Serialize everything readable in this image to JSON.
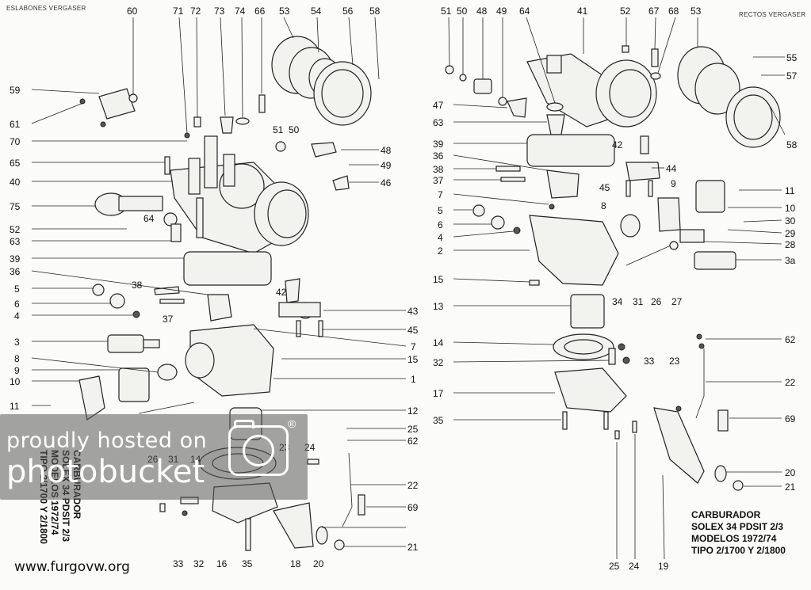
{
  "headers": {
    "left": "ESLABONES VERGASER",
    "right": "RECTOS VERGASER"
  },
  "left_title": [
    "CARBURADOR",
    "SOLEX 34  PDSIT 2/3",
    "MODELOS 1972/74",
    "TIPO 2/1700 Y 2/1800"
  ],
  "right_title": [
    "CARBURADOR",
    "SOLEX 34  PDSIT 2/3",
    "MODELOS 1972/74",
    "TIPO 2/1700 Y 2/1800"
  ],
  "website": "www.furgovw.org",
  "watermark": {
    "line1": "proudly hosted on",
    "line2": "photobucket",
    "reg": "®"
  },
  "left_top_numbers": [
    "60",
    "71",
    "72",
    "73",
    "74",
    "66",
    "53",
    "54",
    "56",
    "58"
  ],
  "left_side_numbers": [
    "59",
    "61",
    "70",
    "65",
    "40",
    "75",
    "52",
    "63",
    "39",
    "36",
    "5",
    "6",
    "4",
    "3",
    "8",
    "9",
    "10",
    "11"
  ],
  "left_inner_numbers": [
    "51",
    "50",
    "48",
    "49",
    "46",
    "64",
    "38",
    "37",
    "42",
    "43",
    "45",
    "7",
    "15",
    "1",
    "12",
    "25",
    "62",
    "24",
    "23",
    "22",
    "69",
    "21",
    "14",
    "26",
    "31"
  ],
  "left_bottom_numbers": [
    "33",
    "32",
    "16",
    "35",
    "18",
    "20"
  ],
  "right_top_numbers": [
    "51",
    "50",
    "48",
    "49",
    "64",
    "41",
    "52",
    "67",
    "68",
    "53"
  ],
  "right_side_left_numbers": [
    "47",
    "63",
    "39",
    "36",
    "38",
    "37",
    "7",
    "5",
    "6",
    "4",
    "2",
    "15",
    "13",
    "14",
    "32",
    "17",
    "35"
  ],
  "right_side_right_numbers": [
    "55",
    "57",
    "58",
    "44",
    "11",
    "10",
    "30",
    "29",
    "28",
    "3a",
    "62",
    "22",
    "69",
    "20",
    "21"
  ],
  "right_inner_numbers": [
    "42",
    "45",
    "9",
    "8",
    "34",
    "31",
    "26",
    "27",
    "33",
    "23"
  ],
  "right_bottom_numbers": [
    "25",
    "24",
    "19"
  ]
}
